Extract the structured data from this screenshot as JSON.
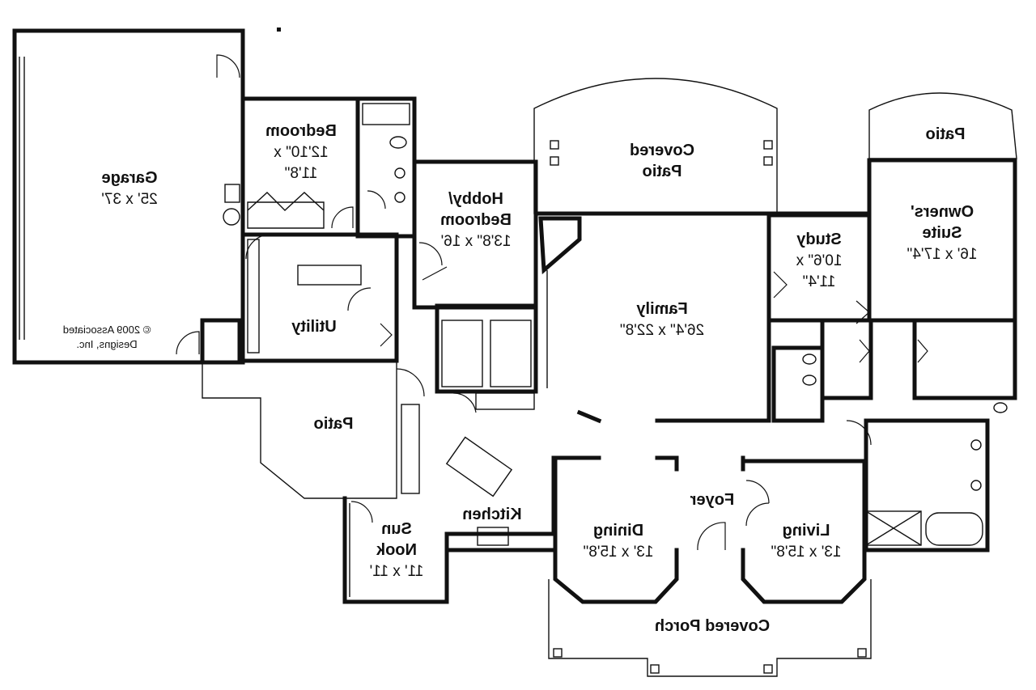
{
  "rooms": {
    "garage": {
      "name": "Garage",
      "size": "25' x 37'"
    },
    "bedroom": {
      "name": "Bedroom",
      "size1": "12'10\" x",
      "size2": "11'8\""
    },
    "hobby": {
      "name1": "Hobby/",
      "name2": "Bedroom",
      "size": "13'8\" x 16'"
    },
    "covered_patio": {
      "name1": "Covered",
      "name2": "Patio"
    },
    "patio_top": {
      "name": "Patio"
    },
    "owners": {
      "name1": "Owners'",
      "name2": "Suite",
      "size": "16' x 17'4\""
    },
    "study": {
      "name": "Study",
      "size1": "10'6\" x",
      "size2": "11'4\""
    },
    "family": {
      "name": "Family",
      "size": "26'4\" x 22'8\""
    },
    "utility": {
      "name": "Utility"
    },
    "patio_left": {
      "name": "Patio"
    },
    "kitchen": {
      "name": "Kitchen"
    },
    "sun_nook": {
      "name1": "Sun",
      "name2": "Nook",
      "size": "11' x 11'"
    },
    "dining": {
      "name": "Dining",
      "size": "13' x 15'8\""
    },
    "foyer": {
      "name": "Foyer"
    },
    "living": {
      "name": "Living",
      "size": "13' x 15'8\""
    },
    "covered_porch": {
      "name": "Covered Porch"
    }
  },
  "credit": {
    "line1": "© 2009 Associated",
    "line2": "Designs, Inc."
  }
}
